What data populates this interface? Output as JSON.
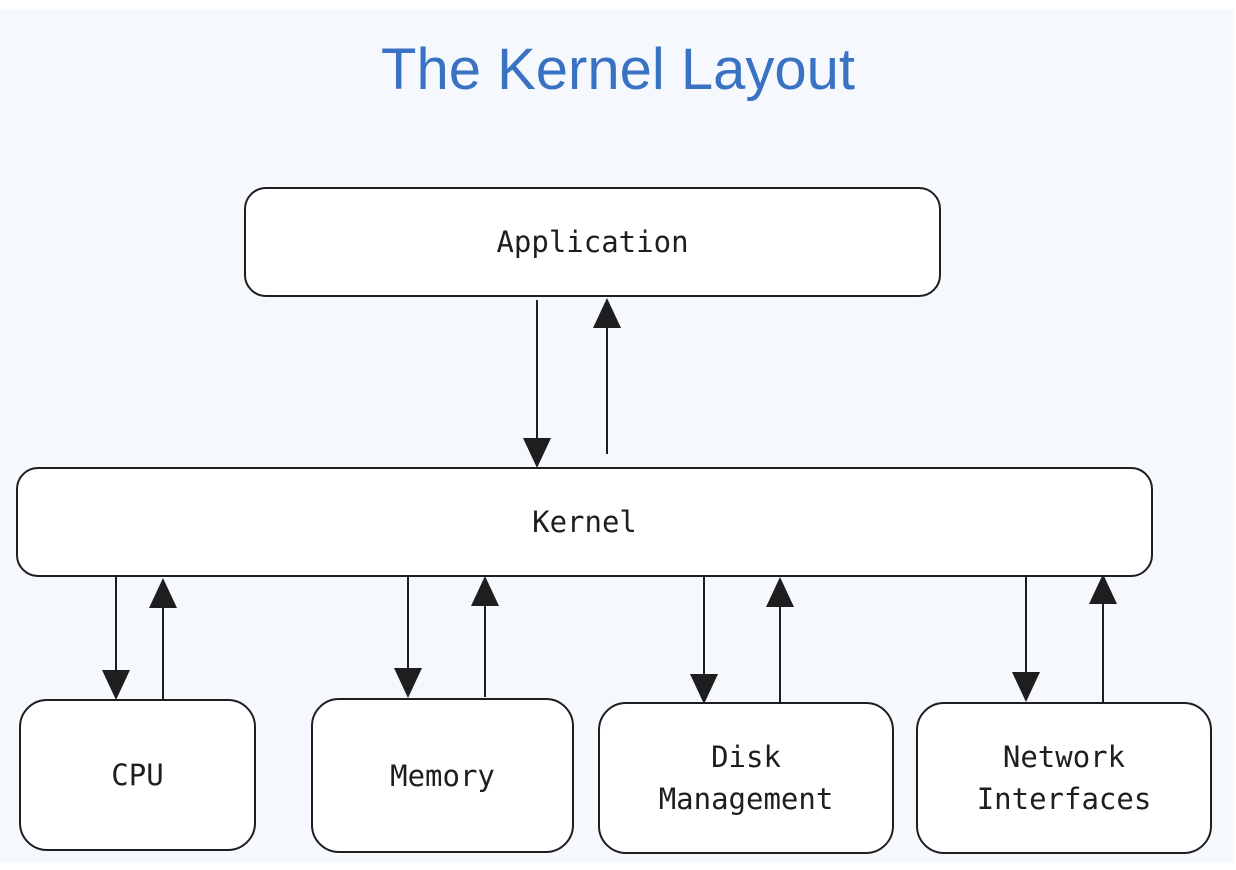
{
  "title": "The Kernel Layout",
  "nodes": {
    "application": "Application",
    "kernel": "Kernel",
    "cpu": "CPU",
    "memory": "Memory",
    "disk": "Disk\nManagement",
    "network": "Network\nInterfaces"
  },
  "colors": {
    "title": "#3a72c3",
    "stroke": "#1e1e1e",
    "background": "#f5f8fc",
    "box_fill": "#ffffff"
  },
  "edges": [
    {
      "from": "application",
      "to": "kernel"
    },
    {
      "from": "kernel",
      "to": "application"
    },
    {
      "from": "kernel",
      "to": "cpu"
    },
    {
      "from": "cpu",
      "to": "kernel"
    },
    {
      "from": "kernel",
      "to": "memory"
    },
    {
      "from": "memory",
      "to": "kernel"
    },
    {
      "from": "kernel",
      "to": "disk"
    },
    {
      "from": "disk",
      "to": "kernel"
    },
    {
      "from": "kernel",
      "to": "network"
    },
    {
      "from": "network",
      "to": "kernel"
    }
  ]
}
